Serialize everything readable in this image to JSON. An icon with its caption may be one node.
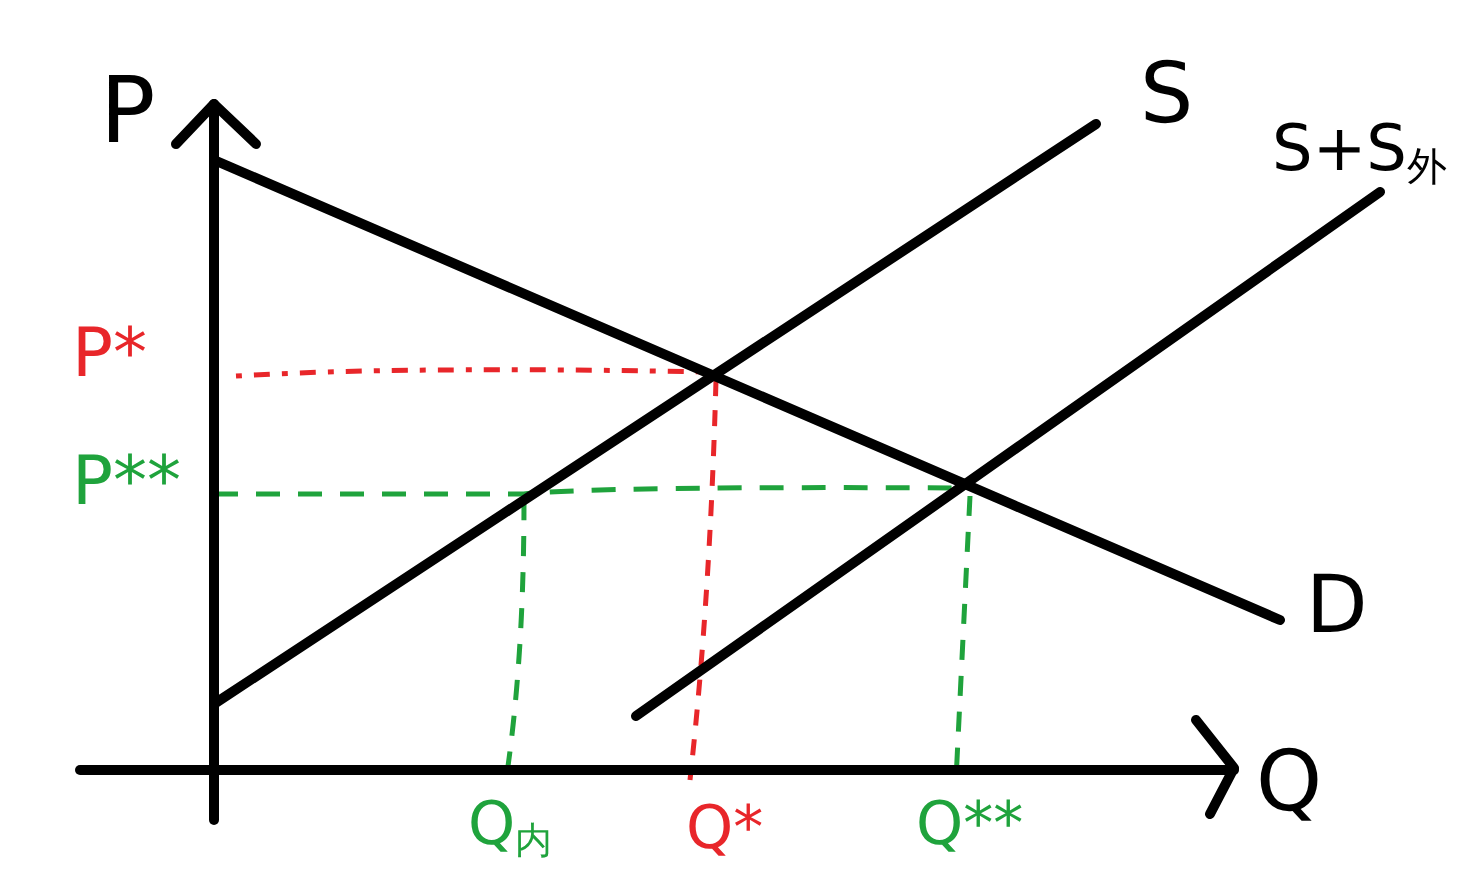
{
  "diagram": {
    "labels": [
      "P",
      "S",
      "S+S$_{外}$",
      "P*",
      "P**",
      "D",
      "Q",
      "Q$_{内}$",
      "Q*",
      "Q**"
    ]
  }
}
